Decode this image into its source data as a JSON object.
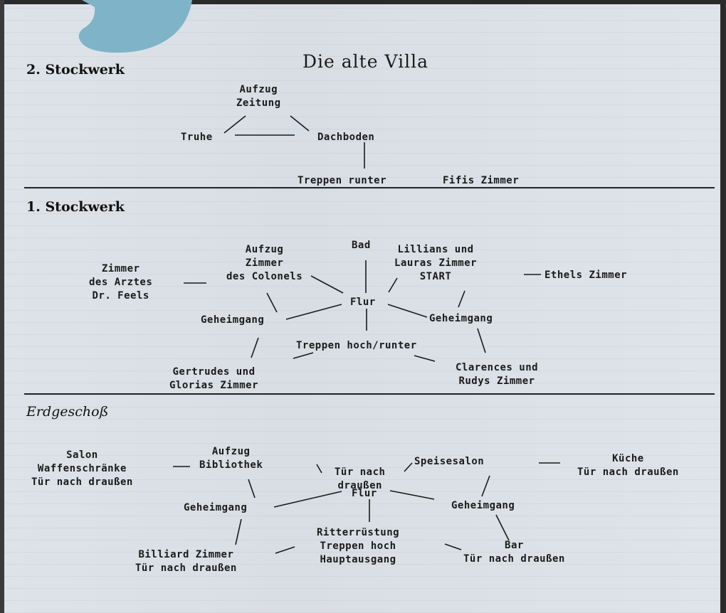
{
  "title": "Die alte Villa",
  "floor2": {
    "heading": "2. Stockwerk",
    "aufzug_zeitung": "Aufzug\nZeitung",
    "truhe": "Truhe",
    "dachboden": "Dachboden",
    "treppen_runter": "Treppen runter",
    "fifis_zimmer": "Fifis Zimmer"
  },
  "floor1": {
    "heading": "1. Stockwerk",
    "zimmer_arzt": "Zimmer\ndes Arztes\nDr. Feels",
    "aufzug_colonel": "Aufzug\nZimmer\ndes Colonels",
    "bad": "Bad",
    "lillians": "Lillians und\nLauras Zimmer\nSTART",
    "ethels": "Ethels Zimmer",
    "flur": "Flur",
    "geheimgang_left": "Geheimgang",
    "geheimgang_right": "Geheimgang",
    "treppen_hoch_runter": "Treppen hoch/runter",
    "gertrudes": "Gertrudes und\nGlorias Zimmer",
    "clarences": "Clarences und\nRudys Zimmer"
  },
  "ground": {
    "heading": "Erdgeschoß",
    "salon": "Salon\nWaffenschränke\nTür nach draußen",
    "aufzug_bibliothek": "Aufzug\nBibliothek",
    "tuer_nach_draussen_mid": "Tür nach\ndraußen",
    "speisesalon": "Speisesalon",
    "kueche": "Küche\nTür nach draußen",
    "flur": "Flur",
    "geheimgang_left": "Geheimgang",
    "geheimgang_right": "Geheimgang",
    "ritterruestung": "Ritterrüstung\nTreppen hoch\nHauptausgang",
    "bar": "Bar\nTür nach draußen",
    "billiard": "Billiard Zimmer\nTür nach draußen"
  },
  "colors": {
    "line": "#1a1a1a",
    "background": "#d9dfe5",
    "foot": "#7fb3c8"
  }
}
